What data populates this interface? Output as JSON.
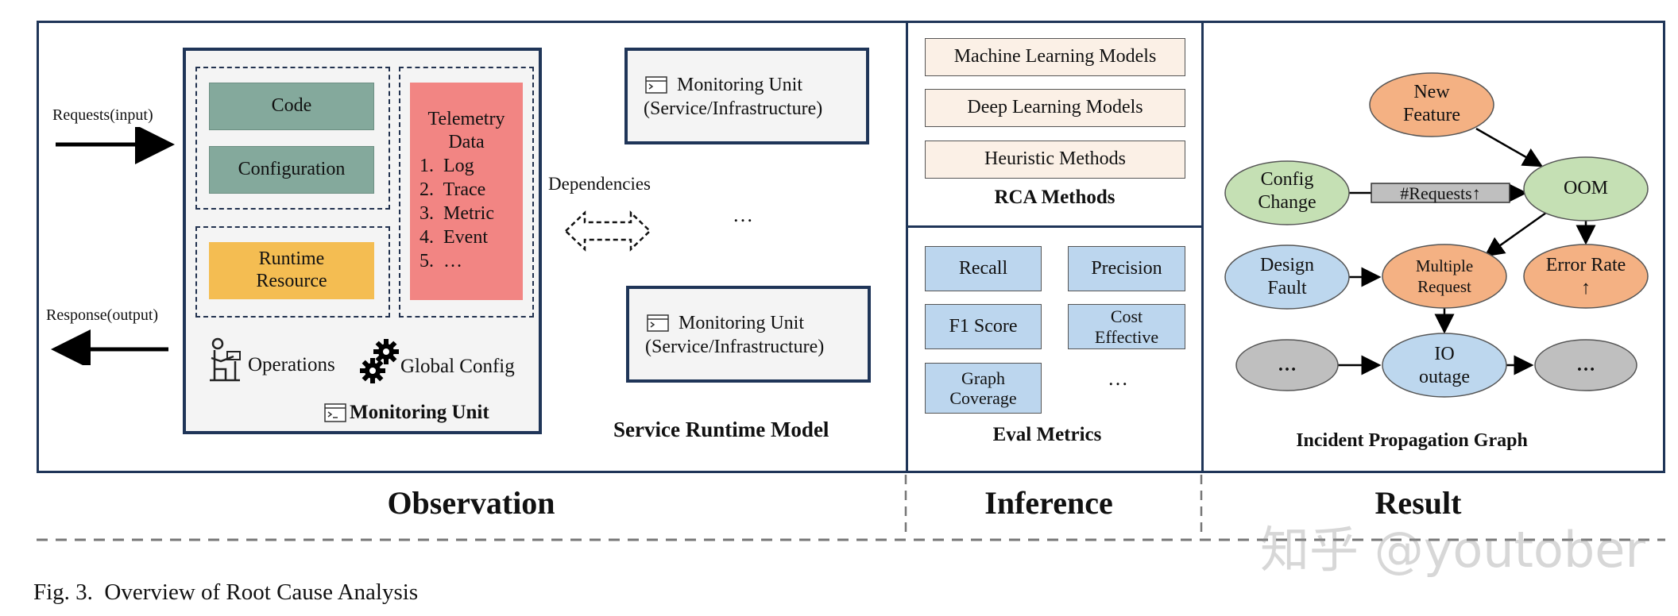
{
  "observation": {
    "requests_label": "Requests(input)",
    "response_label": "Response(output)",
    "monitoring_unit": {
      "code": "Code",
      "configuration": "Configuration",
      "runtime_resource": "Runtime Resource",
      "telemetry": {
        "title": "Telemetry Data",
        "items": [
          "1.  Log",
          "2.  Trace",
          "3.  Metric",
          "4.  Event",
          "5.  …"
        ]
      },
      "operations": "Operations",
      "global_config": "Global Config",
      "title": "Monitoring Unit"
    },
    "dependencies_label": "Dependencies",
    "service_units": [
      {
        "line1": "Monitoring Unit",
        "line2": "(Service/Infrastructure)"
      },
      {
        "line1": "Monitoring Unit",
        "line2": "(Service/Infrastructure)"
      }
    ],
    "ellipsis": "…",
    "service_runtime_model": "Service Runtime Model"
  },
  "inference": {
    "rca_methods": [
      "Machine Learning Models",
      "Deep Learning Models",
      "Heuristic Methods"
    ],
    "rca_title": "RCA Methods",
    "eval_metrics": [
      "Recall",
      "Precision",
      "F1 Score",
      "Cost Effective",
      "Graph Coverage"
    ],
    "eval_ellipsis": "…",
    "eval_title": "Eval Metrics"
  },
  "result": {
    "nodes": {
      "new_feature": "New Feature",
      "config_change": "Config Change",
      "oom": "OOM",
      "design_fault": "Design Fault",
      "multiple_request": "Multiple Request",
      "error_rate": "Error Rate ↑",
      "left_dots": "…",
      "io_outage": "IO outage",
      "right_dots": "…"
    },
    "requests_label": "#Requests↑",
    "title": "Incident Propagation Graph"
  },
  "sections": [
    "Observation",
    "Inference",
    "Result"
  ],
  "watermark": "知乎 @youtober",
  "caption": "Fig. 3.  Overview of Root Cause Analysis",
  "colors": {
    "frame": "#1f3558",
    "green": "#84a99c",
    "yellow": "#f4bd52",
    "red": "#f28583",
    "peach": "#fbf0e6",
    "blue": "#bcd6ee",
    "orange_node": "#f4b183",
    "green_node": "#c5e0b4",
    "blue_node": "#bdd7ee",
    "gray_node": "#bfbfbf"
  }
}
